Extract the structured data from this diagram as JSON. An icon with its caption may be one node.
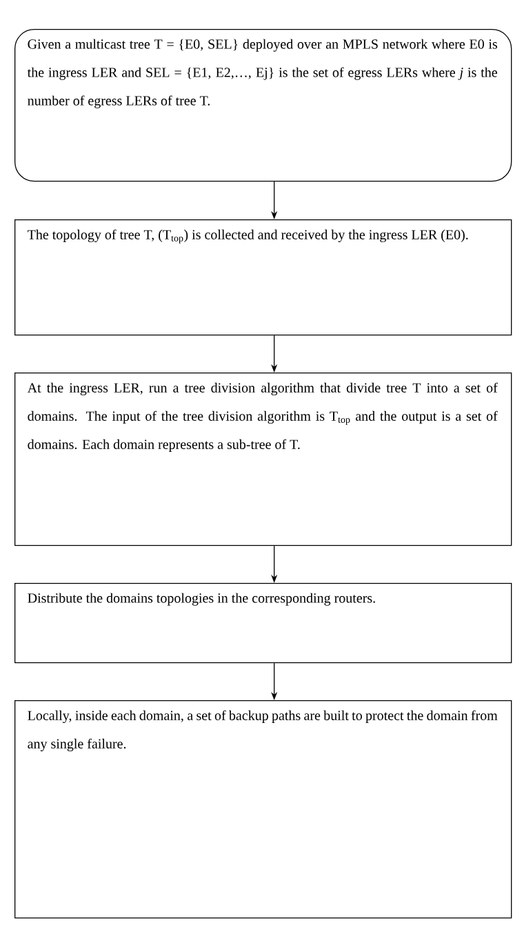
{
  "diagram": {
    "nodes": [
      {
        "text": [
          "Given a multicast tree T = {E0, SEL} deployed over an MPLS network where E0 is the ingress LER and SEL = {E1, E2,…, Ej} is the set of egress LERs where *j* is the number of egress LERs of tree T."
        ]
      },
      {
        "text": [
          "The topology of tree T, (T$_{top}$) is collected and received by the ingress LER (E0)."
        ]
      },
      {
        "text": [
          "At the ingress LER, run a tree division algorithm that divide tree T into a set of domains. The input of the tree division algorithm is T$_{top}$ and the output is a set of domains. Each domain represents a sub-tree of T."
        ]
      },
      {
        "text": [
          "Distribute the domains topologies in the corresponding routers."
        ]
      },
      {
        "text": [
          "Locally, inside each domain, a set of backup paths are built to protect the domain from any single failure."
        ]
      }
    ],
    "edges": [
      {
        "from": 0,
        "to": 1,
        "arrow": "to"
      },
      {
        "from": 1,
        "to": 2,
        "arrow": "to"
      },
      {
        "from": 2,
        "to": 3,
        "arrow": "to"
      },
      {
        "from": 3,
        "to": 4,
        "arrow": "to"
      }
    ]
  }
}
